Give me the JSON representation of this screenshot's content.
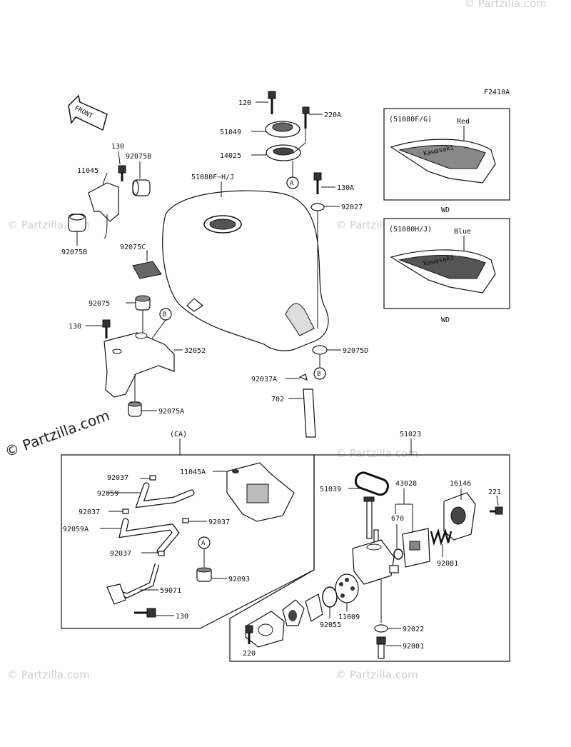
{
  "figure_code": "F2410A",
  "front_arrow": "FRONT",
  "watermark": "© Partzilla.com",
  "panels": {
    "ca_label": "(CA)",
    "petcock_group_number": "51023",
    "red_variant": {
      "title": "(51080F/G)",
      "color": "Red",
      "code": "WD"
    },
    "blue_variant": {
      "title": "(51080H/J)",
      "color": "Blue",
      "code": "WD"
    }
  },
  "callouts": {
    "A": "A",
    "B": "B"
  },
  "parts": {
    "p120": "120",
    "p220A": "220A",
    "p51049": "51049",
    "p14025": "14025",
    "p130A": "130A",
    "p51080FHJ": "51080F~H/J",
    "p92027": "92027",
    "p130_top": "130",
    "p92075B_top": "92075B",
    "p11045": "11045",
    "p92075B_bottom": "92075B",
    "p92075C": "92075C",
    "p92075": "92075",
    "p130_mid": "130",
    "p32052": "32052",
    "p92075A": "92075A",
    "p92075D": "92075D",
    "p92037A": "92037A",
    "p702": "702",
    "p92037_1": "92037",
    "p11045A": "11045A",
    "p92059": "92059",
    "p92037_2": "92037",
    "p92037_3": "92037",
    "p92059A": "92059A",
    "p92037_4": "92037",
    "p92093": "92093",
    "p59071": "59071",
    "p130_low": "130",
    "p51039": "51039",
    "p43028": "43028",
    "p16146": "16146",
    "p221": "221",
    "p670": "670",
    "p92081": "92081",
    "p11009": "11009",
    "p92055": "92055",
    "p92022": "92022",
    "p92001": "92001",
    "p220": "220"
  }
}
